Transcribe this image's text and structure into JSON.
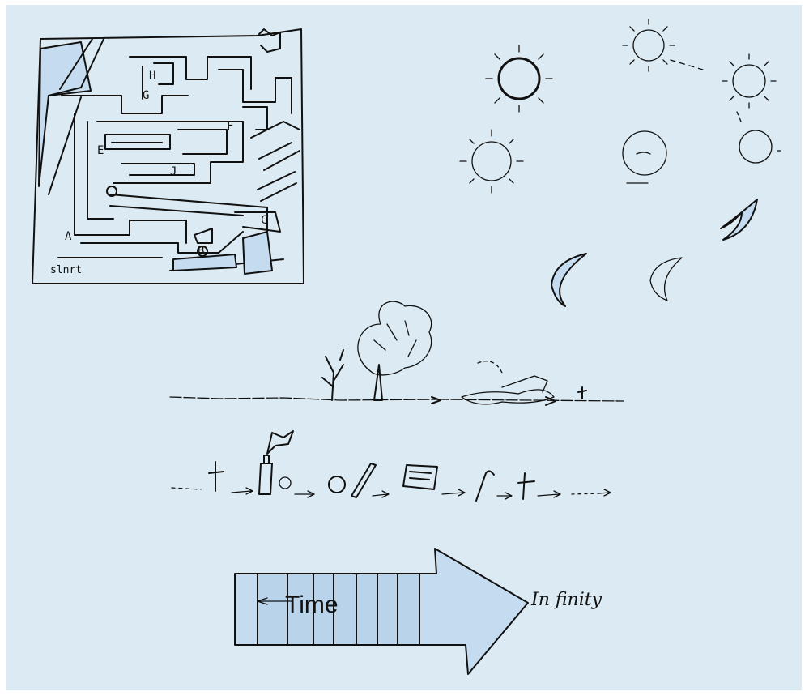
{
  "map": {
    "corner_text": "slnrt",
    "letters": [
      "H",
      "G",
      "F",
      "E",
      "J",
      "C",
      "A",
      "B"
    ]
  },
  "arrow": {
    "time_label": "Time",
    "end_label": "In finity"
  },
  "colors": {
    "background": "#dcebf3",
    "fill_blue": "#c5dcf0",
    "ink": "#111111"
  }
}
